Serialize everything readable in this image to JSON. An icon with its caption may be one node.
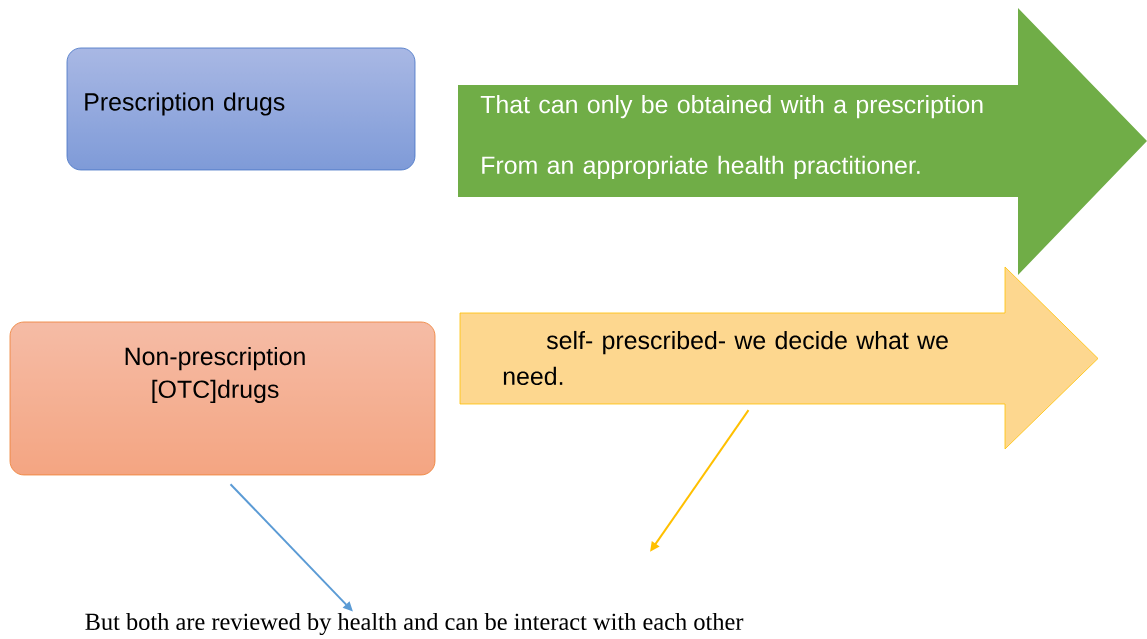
{
  "diagram": {
    "nodes": [
      {
        "text": [
          "Prescription drugs"
        ]
      },
      {
        "text": [
          "That can only be obtained with a prescription",
          "From an appropriate health practitioner."
        ]
      },
      {
        "text": [
          "Non-prescription [OTC]drugs"
        ]
      },
      {
        "text": [
          "self- prescribed- we decide what we need."
        ]
      },
      {
        "text": [
          "But both are reviewed by health and can be interact with each other"
        ]
      }
    ],
    "edges": [
      {
        "from": 2,
        "to": 4,
        "arrow": "to",
        "color": "#5b9bd5"
      },
      {
        "from": 3,
        "to": null,
        "arrow": "to",
        "color": "#ffc000"
      }
    ]
  }
}
